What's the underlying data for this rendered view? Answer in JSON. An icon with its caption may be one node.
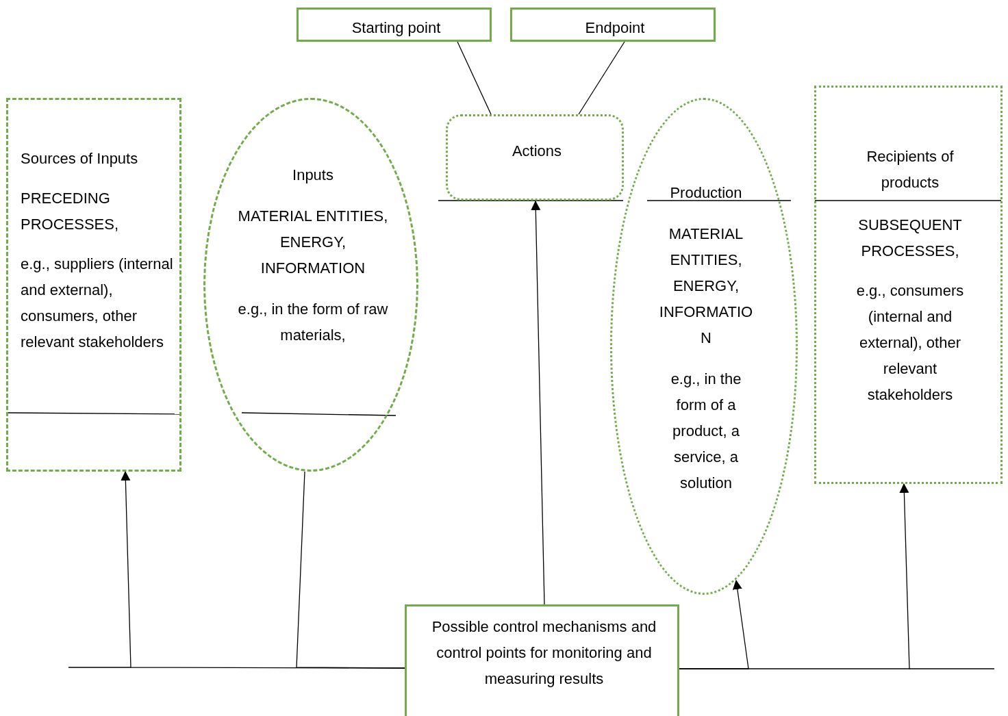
{
  "diagram": {
    "nodes": [
      {
        "text": [
          "Starting point"
        ]
      },
      {
        "text": [
          "Endpoint"
        ]
      },
      {
        "text": [
          "Sources of Inputs",
          "PRECEDING PROCESSES,",
          "e.g., suppliers (internal and external), consumers, other relevant stakeholders"
        ]
      },
      {
        "text": [
          "Inputs",
          "MATERIAL ENTITIES, ENERGY, INFORMATION",
          "e.g., in the form of raw materials,"
        ]
      },
      {
        "text": [
          "Actions"
        ]
      },
      {
        "text": [
          "Production",
          "MATERIAL ENTITIES, ENERGY, INFORMATION",
          "e.g., in the form of a product, a service, a solution"
        ]
      },
      {
        "text": [
          "Recipients of products",
          "SUBSEQUENT PROCESSES,",
          "e.g., consumers (internal and external), other relevant stakeholders"
        ]
      },
      {
        "text": [
          "Possible control mechanisms and control points for monitoring and measuring results"
        ]
      }
    ],
    "edges": [
      {
        "from": 0,
        "to": 4,
        "arrow": "none"
      },
      {
        "from": 1,
        "to": 4,
        "arrow": "none"
      },
      {
        "from": 7,
        "to": 2,
        "arrow": "to"
      },
      {
        "from": 7,
        "to": 3,
        "arrow": "none"
      },
      {
        "from": 7,
        "to": 4,
        "arrow": "to"
      },
      {
        "from": 7,
        "to": 5,
        "arrow": "to"
      },
      {
        "from": 7,
        "to": 6,
        "arrow": "to"
      }
    ]
  }
}
